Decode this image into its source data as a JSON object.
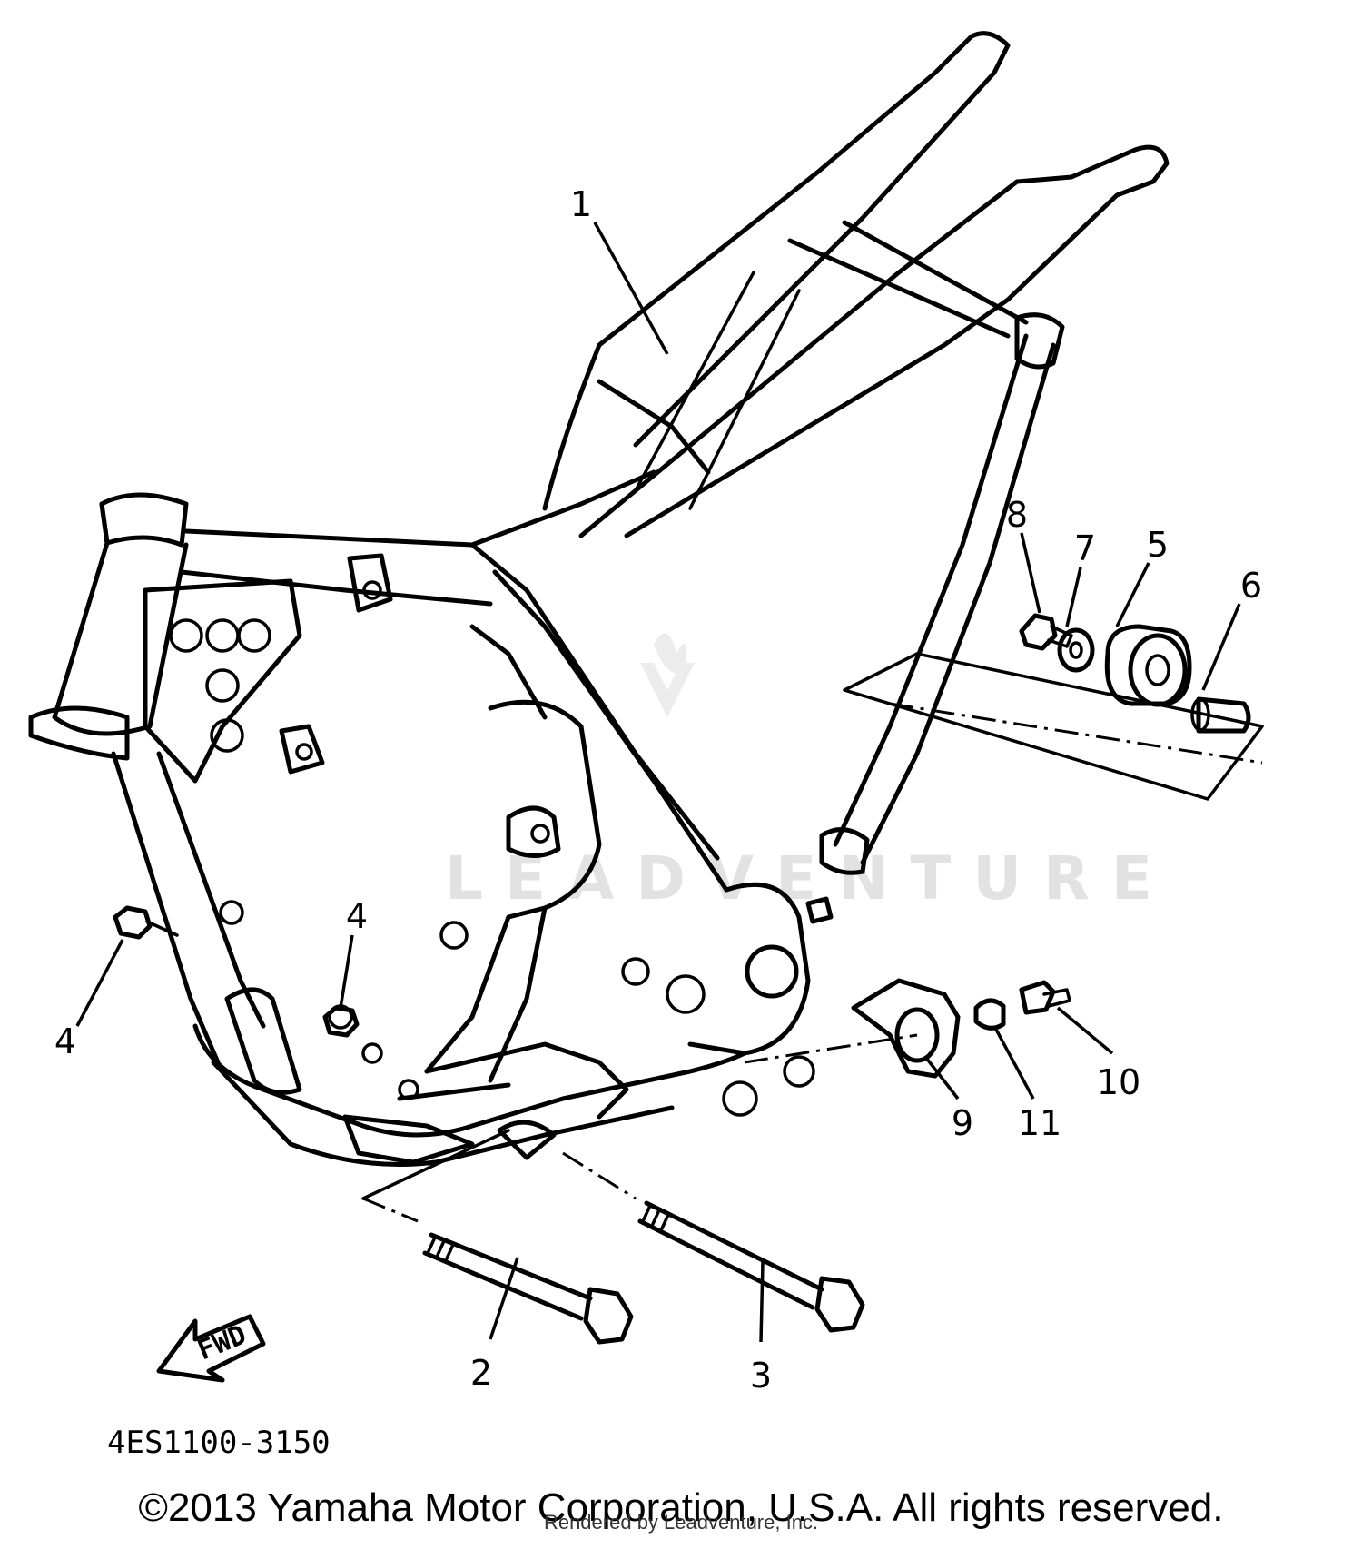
{
  "callouts": [
    {
      "id": "1",
      "label": "1",
      "part": "frame"
    },
    {
      "id": "2",
      "label": "2",
      "part": "short-bolt"
    },
    {
      "id": "3",
      "label": "3",
      "part": "long-bolt"
    },
    {
      "id": "4a",
      "label": "4",
      "part": "nut-left"
    },
    {
      "id": "4b",
      "label": "4",
      "part": "nut-center"
    },
    {
      "id": "5",
      "label": "5",
      "part": "collar"
    },
    {
      "id": "6",
      "label": "6",
      "part": "pin"
    },
    {
      "id": "7",
      "label": "7",
      "part": "washer"
    },
    {
      "id": "8",
      "label": "8",
      "part": "bolt"
    },
    {
      "id": "9",
      "label": "9",
      "part": "bracket"
    },
    {
      "id": "10",
      "label": "10",
      "part": "bolt"
    },
    {
      "id": "11",
      "label": "11",
      "part": "collar"
    }
  ],
  "direction_label": "FWD",
  "diagram_code": "4ES1100-3150",
  "watermark_text": "LEADVENTURE",
  "footer": {
    "copyright": "©2013 Yamaha Motor Corporation, U.S.A. All rights reserved.",
    "rendered_by": "Rendered by Leadventure, Inc."
  }
}
